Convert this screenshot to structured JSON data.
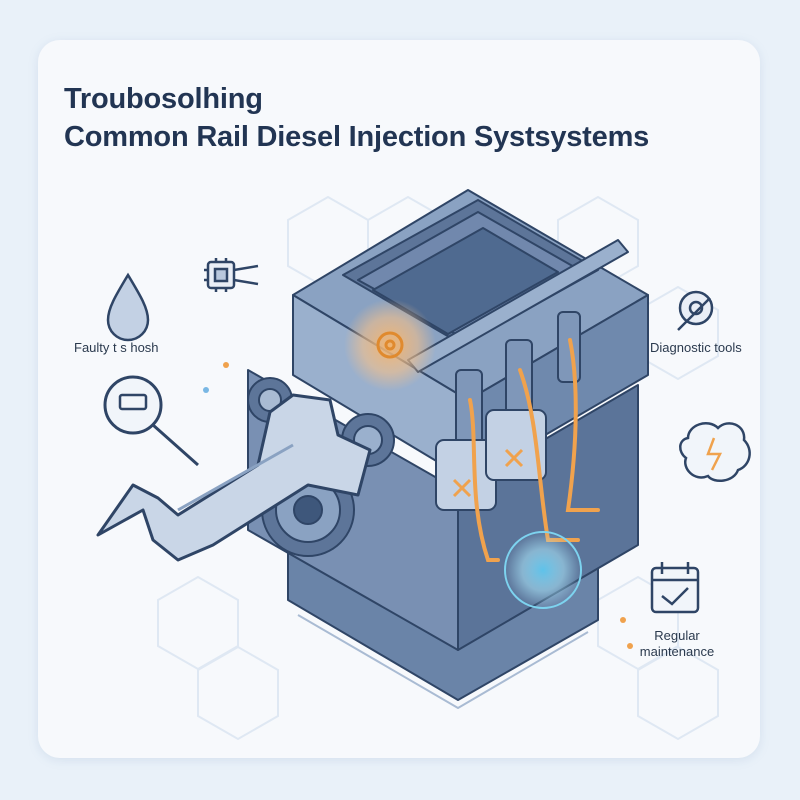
{
  "title": {
    "line1": "Troubosolhing",
    "line2": "Common Rail Diesel Injection Systsystems"
  },
  "labels": {
    "faulty": "Faulty t s hosh",
    "diagnostic": "Diagnostic tools",
    "regular_line1": "Regular",
    "regular_line2": "maintenance"
  },
  "icons": [
    "droplet-icon",
    "chip-icon",
    "magnifier-icon",
    "gear-wrench-icon",
    "brain-icon",
    "calendar-check-icon",
    "wrench-icon"
  ],
  "colors": {
    "background": "#e9f1f9",
    "card": "#f7f9fc",
    "title": "#223553",
    "engine_body": "#6f89ad",
    "engine_dark": "#3e577b",
    "accent_orange": "#f0a24d",
    "accent_cyan": "#7dd3ef"
  }
}
